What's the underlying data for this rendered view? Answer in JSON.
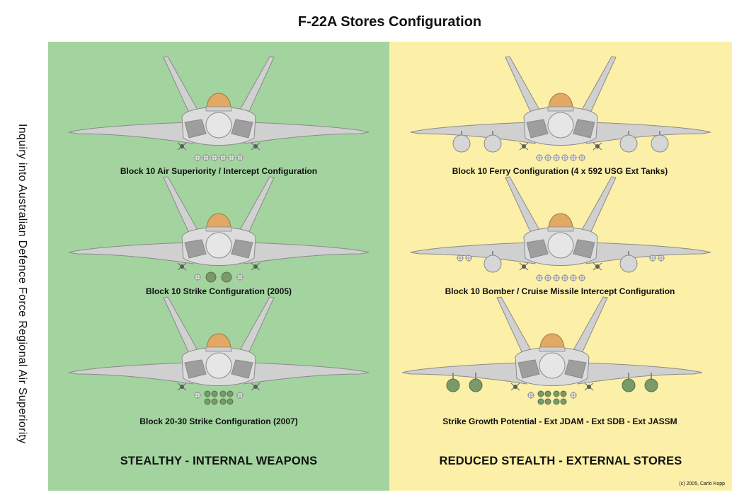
{
  "title": "F-22A Stores Configuration",
  "side_text": "Inquiry into Australian Defence Force Regional Air Superiority",
  "colors": {
    "stealthy_panel": "#a3d4a0",
    "external_panel": "#fcefa7",
    "airframe": "#d0d0d0",
    "outline": "#8a8a8a",
    "canopy": "#e1a964",
    "bomb": "#7a9a6a",
    "tank": "#d6d6d6"
  },
  "panels": [
    {
      "footer": "STEALTHY - INTERNAL WEAPONS",
      "configs": [
        {
          "label": "Block 10 Air Superiority / Intercept Configuration",
          "stores": "air"
        },
        {
          "label": "Block 10 Strike Configuration (2005)",
          "stores": "strike2005"
        },
        {
          "label": "Block 20-30 Strike Configuration (2007)",
          "stores": "strike2007"
        }
      ]
    },
    {
      "footer": "REDUCED STEALTH - EXTERNAL STORES",
      "configs": [
        {
          "label": "Block 10 Ferry Configuration (4 x 592 USG Ext Tanks)",
          "stores": "ferry"
        },
        {
          "label": "Block 10 Bomber / Cruise Missile Intercept Configuration",
          "stores": "bomber"
        },
        {
          "label": "Strike Growth Potential - Ext JDAM - Ext SDB - Ext JASSM",
          "stores": "growth"
        }
      ]
    }
  ],
  "copyright": "(c) 2005, Carlo Kopp"
}
